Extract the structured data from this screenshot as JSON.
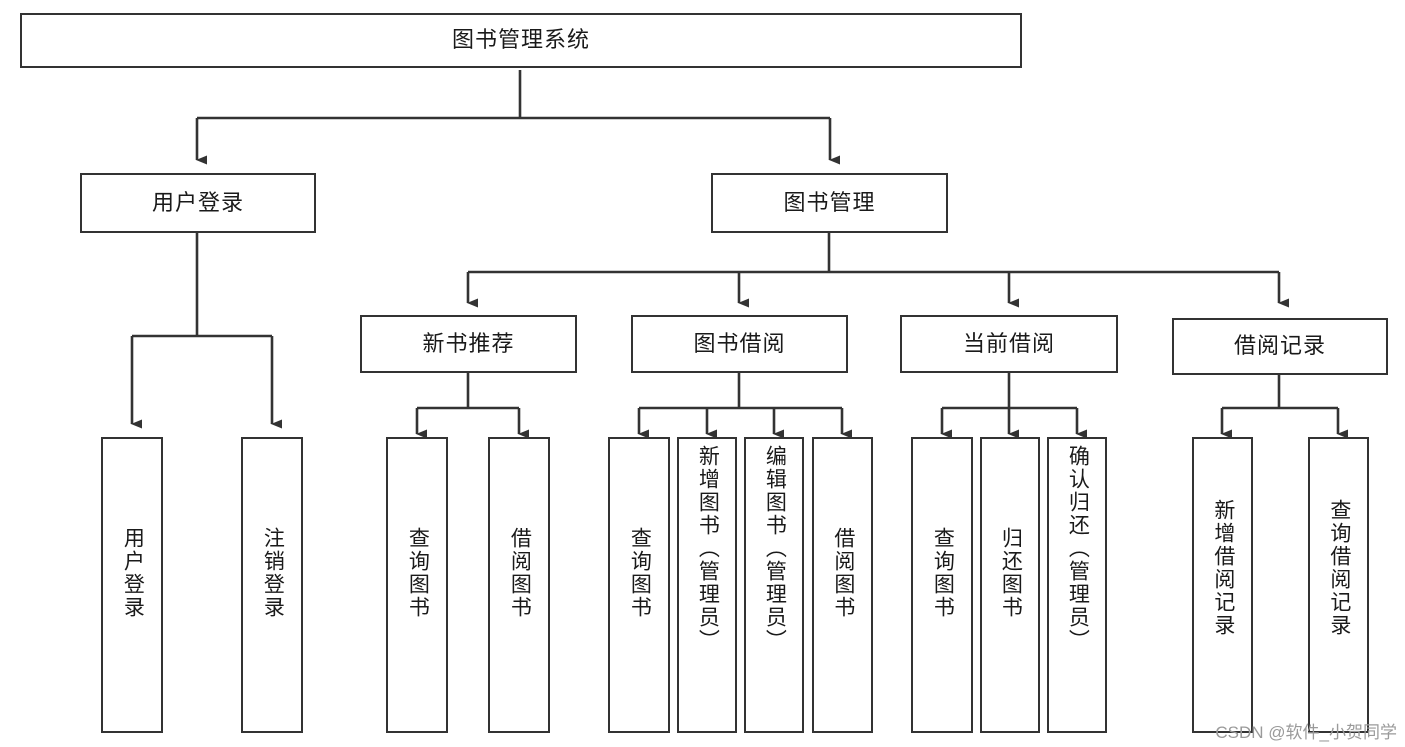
{
  "diagram": {
    "type": "tree-hierarchy",
    "title": "图书管理系统",
    "root": {
      "label": "图书管理系统",
      "children": [
        {
          "label": "用户登录",
          "children": [
            {
              "label": "用户登录"
            },
            {
              "label": "注销登录"
            }
          ]
        },
        {
          "label": "图书管理",
          "children": [
            {
              "label": "新书推荐",
              "children": [
                {
                  "label": "查询图书"
                },
                {
                  "label": "借阅图书"
                }
              ]
            },
            {
              "label": "图书借阅",
              "children": [
                {
                  "label": "查询图书"
                },
                {
                  "label": "新增图书（管理员）"
                },
                {
                  "label": "编辑图书（管理员）"
                },
                {
                  "label": "借阅图书"
                }
              ]
            },
            {
              "label": "当前借阅",
              "children": [
                {
                  "label": "查询图书"
                },
                {
                  "label": "归还图书"
                },
                {
                  "label": "确认归还（管理员）"
                }
              ]
            },
            {
              "label": "借阅记录",
              "children": [
                {
                  "label": "新增借阅记录"
                },
                {
                  "label": "查询借阅记录"
                }
              ]
            }
          ]
        }
      ]
    }
  },
  "watermark": {
    "text": "CSDN @软件_小贺同学"
  },
  "colors": {
    "stroke": "#333333",
    "text": "#1a1a1a",
    "background": "#ffffff",
    "watermark": "#9a9a9a"
  }
}
